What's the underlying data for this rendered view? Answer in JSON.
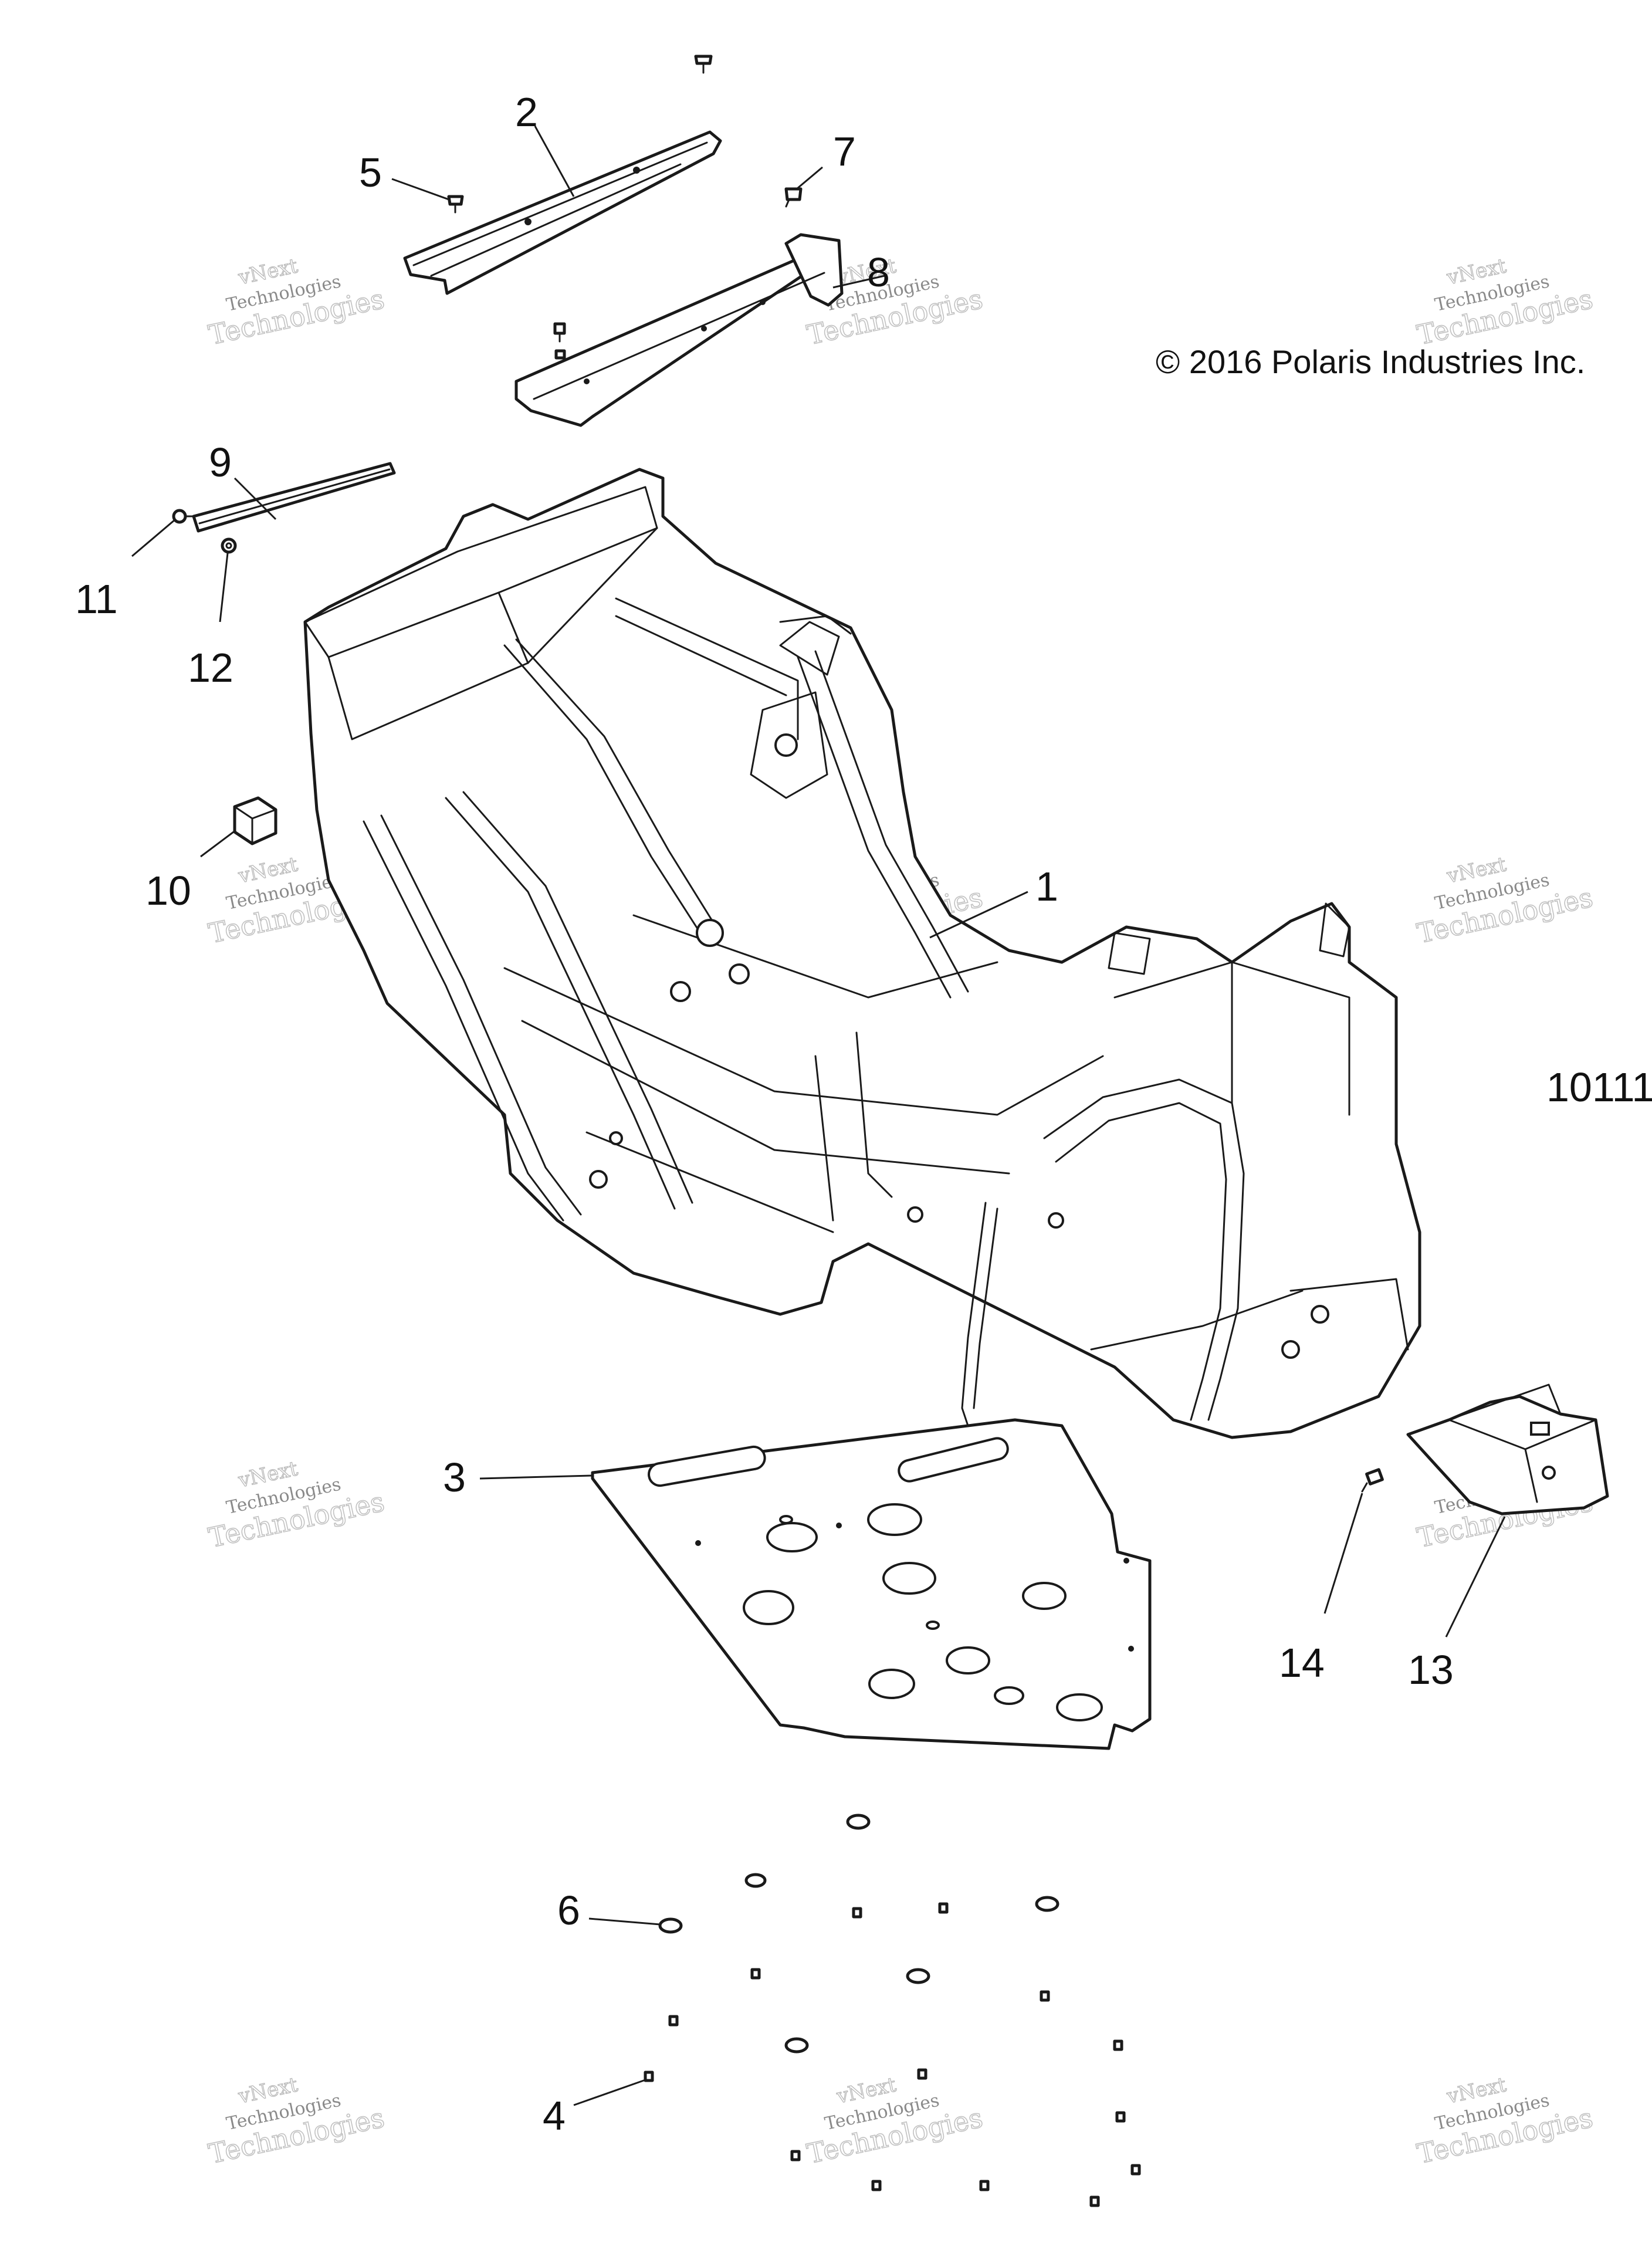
{
  "copyright": "© 2016 Polaris Industries Inc.",
  "document_number": "10111",
  "watermark": {
    "line1": "vNext",
    "line2": "Technologies",
    "line3": "Technologies"
  },
  "callouts": [
    "1",
    "2",
    "3",
    "4",
    "5",
    "6",
    "7",
    "8",
    "9",
    "10",
    "11",
    "12",
    "13",
    "14"
  ]
}
